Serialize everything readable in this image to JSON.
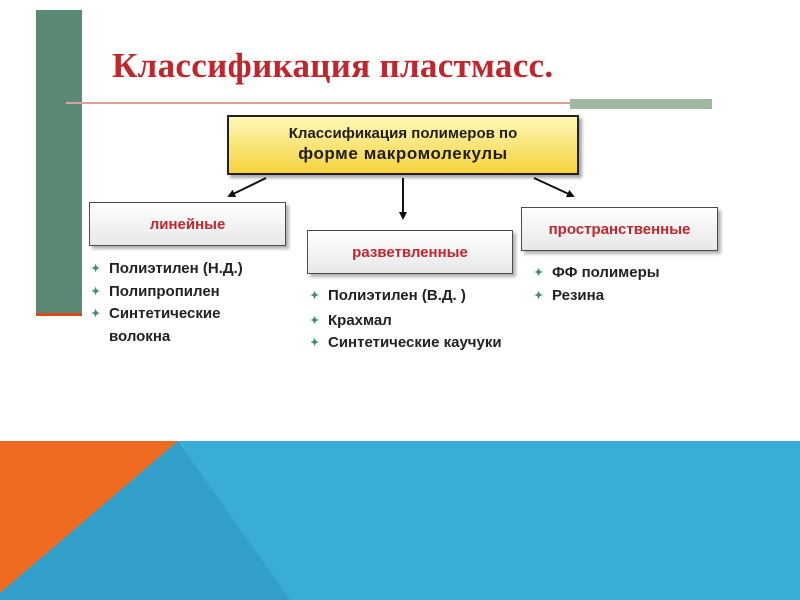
{
  "slide": {
    "title": "Классификация пластмасс.",
    "colors": {
      "title": "#c0262c",
      "left_bar": "#5b8a74",
      "bottom_blue": "#39acd8",
      "bottom_orange": "#f06b22",
      "bullet": "#3b8a7c"
    }
  },
  "main_box": {
    "line1": "Классификация полимеров по",
    "line2": "форме макромолекулы"
  },
  "categories": [
    {
      "label": "линейные",
      "items": [
        "Полиэтилен (Н.Д.)",
        "Полипропилен",
        "Синтетические волокна"
      ]
    },
    {
      "label": "разветвленные",
      "items": [
        "Полиэтилен (В.Д. )",
        "Крахмал",
        "Синтетические каучуки"
      ]
    },
    {
      "label": "пространственные",
      "items": [
        "ФФ полимеры",
        "Резина"
      ]
    }
  ],
  "bullet_icon": "star-bullet-icon"
}
